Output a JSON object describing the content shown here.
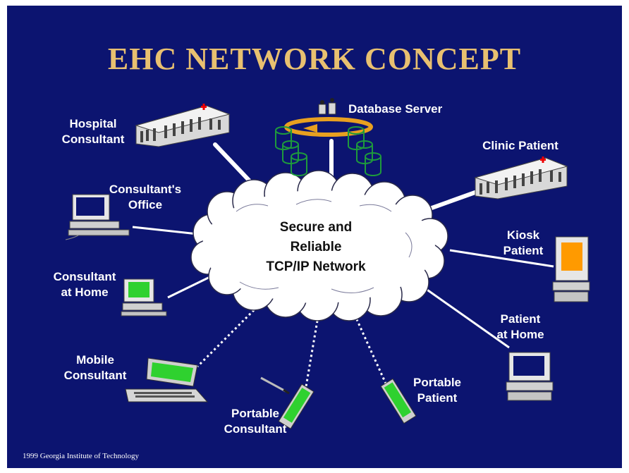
{
  "title": "EHC  NETWORK CONCEPT",
  "cloud_label": "Secure and\nReliable\nTCP/IP Network",
  "nodes": {
    "hospital_consultant": "Hospital\nConsultant",
    "database_server": "Database Server",
    "clinic_patient": "Clinic Patient",
    "consultants_office": "Consultant's\nOffice",
    "kiosk_patient": "Kiosk\nPatient",
    "consultant_at_home": "Consultant\nat Home",
    "patient_at_home": "Patient\nat Home",
    "mobile_consultant": "Mobile\nConsultant",
    "portable_consultant": "Portable\nConsultant",
    "portable_patient": "Portable\nPatient"
  },
  "footer": "1999 Georgia Institute of Technology",
  "colors": {
    "background": "#0c1470",
    "title": "#e8c070",
    "link": "#ffffff",
    "screen_green": "#2fd12f",
    "kiosk_orange": "#ff9a00",
    "database_green": "#1e9a3c"
  },
  "icons": {
    "hospital": "hospital-building-icon",
    "server": "database-server-icon",
    "clinic": "clinic-building-icon",
    "desktop": "desktop-computer-icon",
    "kiosk": "kiosk-icon",
    "laptop": "laptop-icon",
    "pda": "pda-icon"
  }
}
